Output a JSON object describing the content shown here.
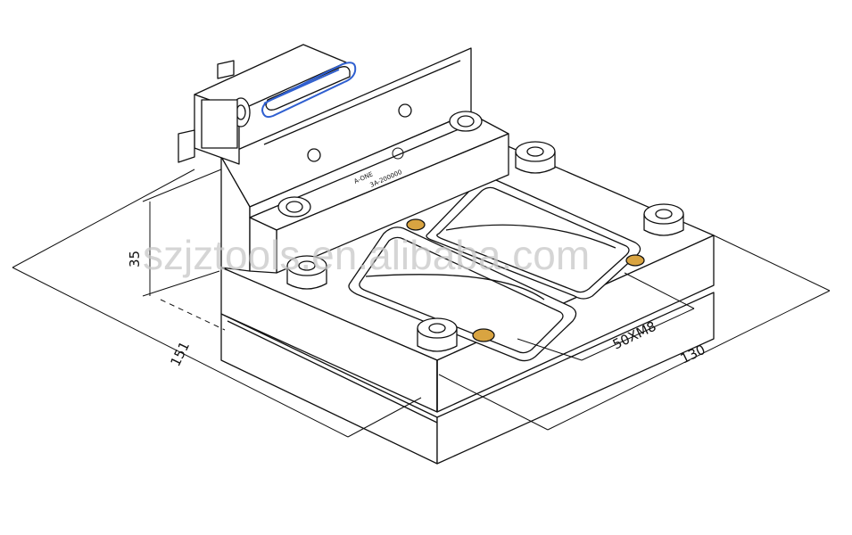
{
  "drawing": {
    "dimensions": {
      "height": "35",
      "depth": "151",
      "width": "130",
      "pattern": "50XM8"
    },
    "part_marking": {
      "brand": "A-ONE",
      "part_no": "3A-200000"
    },
    "watermark": "szjztools.en.alibaba.com",
    "colors": {
      "line": "#111111",
      "background": "#ffffff",
      "paperclip": "#2f5fd0",
      "pin": "#d9a441",
      "watermark": "#c8c8c8"
    }
  }
}
